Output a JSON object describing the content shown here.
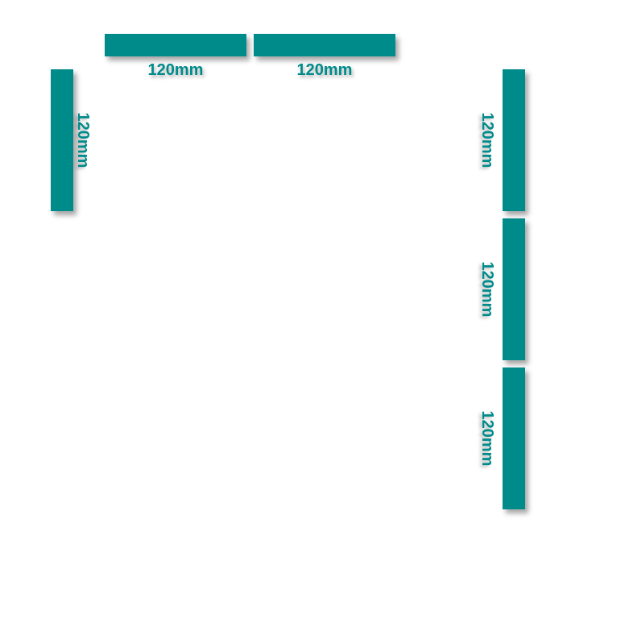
{
  "color": "#008b8b",
  "fans": {
    "top": [
      {
        "label": "120mm"
      },
      {
        "label": "120mm"
      }
    ],
    "rear": [
      {
        "label": "120mm"
      }
    ],
    "front": [
      {
        "label": "120mm"
      },
      {
        "label": "120mm"
      },
      {
        "label": "120mm"
      }
    ]
  }
}
